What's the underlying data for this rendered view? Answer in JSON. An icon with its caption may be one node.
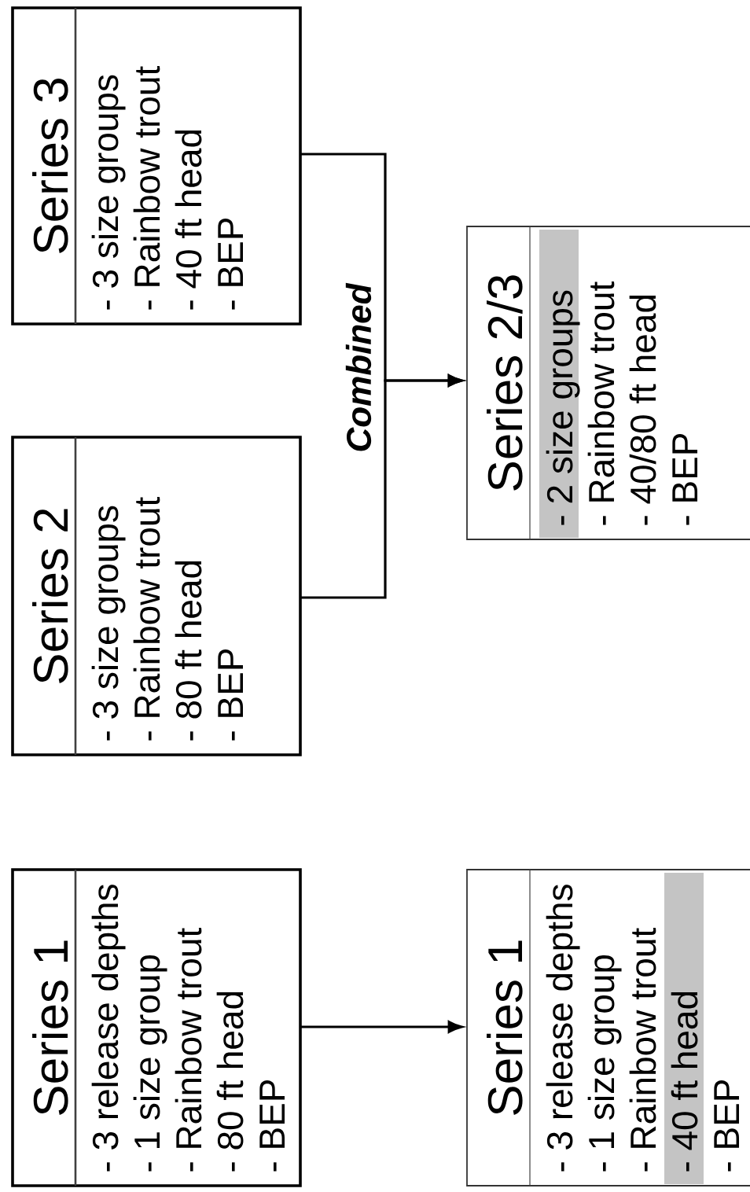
{
  "diagram": {
    "nodes": [
      {
        "text": [
          "Series 3",
          "- 3 size groups",
          "- Rainbow trout",
          "- 40 ft head",
          "- BEP"
        ]
      },
      {
        "text": [
          "Series 2/3",
          "- 2 size groups",
          "- Rainbow trout",
          "- 40/80 ft head",
          "- BEP"
        ]
      },
      {
        "text": [
          "Series 2",
          "- 3 size groups",
          "- Rainbow trout",
          "- 80 ft head",
          "- BEP"
        ]
      },
      {
        "text": [
          "Series 1",
          "- 3 release depths",
          "- 1 size group",
          "- Rainbow trout",
          "- 80 ft head",
          "- BEP"
        ]
      },
      {
        "text": [
          "Series 1",
          "- 3 release depths",
          "- 1 size group",
          "- Rainbow trout",
          "- 40 ft head",
          "- BEP"
        ]
      }
    ],
    "edges": [
      {
        "from": 0,
        "to": 1,
        "arrow": "to",
        "label": "Combined"
      },
      {
        "from": 2,
        "to": 1,
        "arrow": "to"
      },
      {
        "from": 3,
        "to": 4,
        "arrow": "to"
      }
    ]
  }
}
